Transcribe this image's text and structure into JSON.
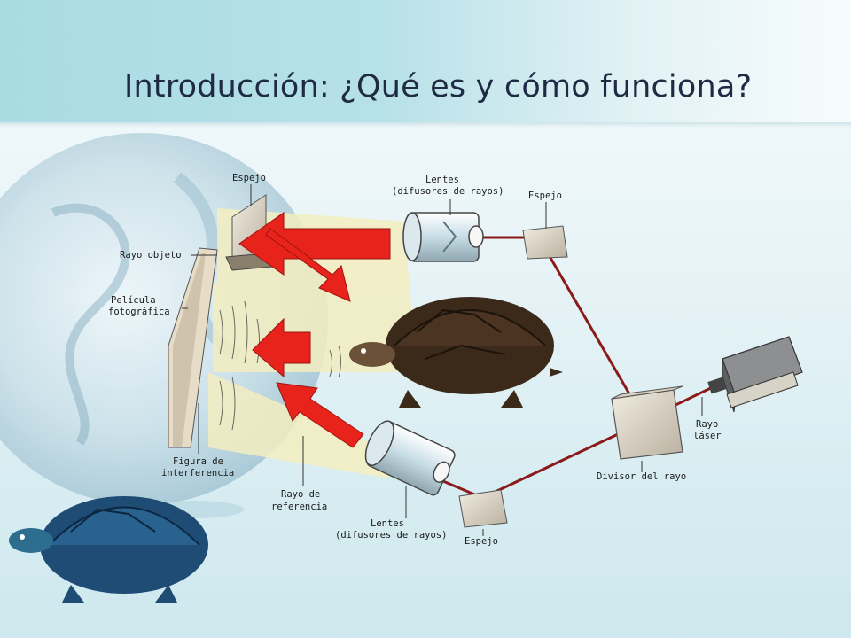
{
  "slide": {
    "title": "Introducción: ¿Qué es y cómo funciona?"
  },
  "diagram": {
    "labels": {
      "espejo_top_left": "Espejo",
      "lentes_top_line1": "Lentes",
      "lentes_top_line2": "(difusores de rayos)",
      "espejo_top_right": "Espejo",
      "rayo_objeto": "Rayo objeto",
      "pelicula_line1": "Película",
      "pelicula_line2": "fotográfica",
      "figura_line1": "Figura de",
      "figura_line2": "interferencia",
      "rayo_ref_line1": "Rayo de",
      "rayo_ref_line2": "referencia",
      "lentes_bottom_line1": "Lentes",
      "lentes_bottom_line2": "(difusores de rayos)",
      "espejo_bottom": "Espejo",
      "divisor": "Divisor del rayo",
      "rayo_laser_line1": "Rayo",
      "rayo_laser_line2": "láser"
    },
    "colors": {
      "laser_beam": "#8b1a1a",
      "arrows": "#e8231c",
      "light_cone": "#f3eec0",
      "turtle_dark": "#3b2a1a",
      "turtle_blue": "#1f4c74"
    }
  }
}
